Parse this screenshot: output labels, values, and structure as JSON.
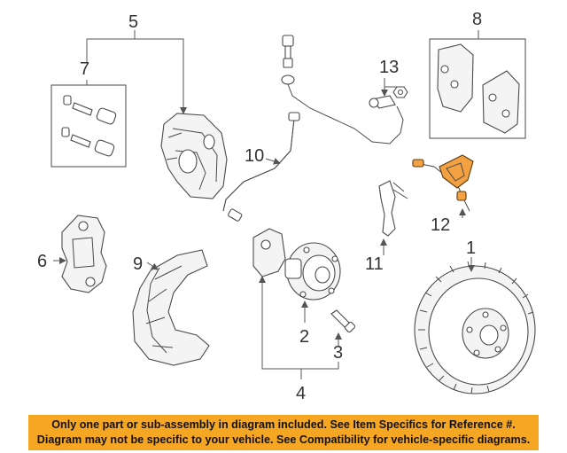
{
  "diagram": {
    "callouts": {
      "c1": "1",
      "c2": "2",
      "c3": "3",
      "c4": "4",
      "c5": "5",
      "c6": "6",
      "c7": "7",
      "c8": "8",
      "c9": "9",
      "c10": "10",
      "c11": "11",
      "c12": "12",
      "c13": "13"
    },
    "highlight_color": "#f3a142"
  },
  "banner": {
    "line1": "Only one part or sub-assembly in diagram included. See Item Specifics for Reference #.",
    "line2": "Diagram may not be specific to your vehicle. See Compatibility for vehicle-specific diagrams.",
    "color": "#f5a623"
  }
}
